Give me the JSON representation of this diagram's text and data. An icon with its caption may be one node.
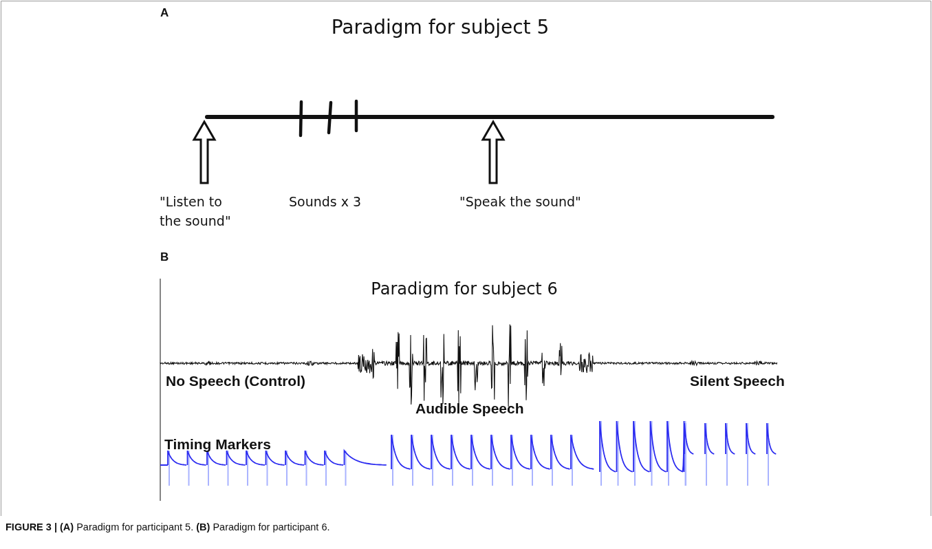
{
  "diagram": {
    "caption": "**FIGURE 3 | (A)** Paradigm for participant 5. **(B)** Paradigm for participant 6.",
    "nodes": [
      {
        "text": [],
        "shape": "bar"
      },
      {
        "text": [
          "\"Listen to the sound\""
        ]
      },
      {
        "text": [
          "\"Speak the sound\""
        ]
      }
    ],
    "edges": [
      {
        "from": 1,
        "to": 0,
        "arrow": "to"
      },
      {
        "from": 2,
        "to": 0,
        "arrow": "to"
      }
    ],
    "labels": [
      "A",
      "Paradigm for subject 5",
      "Sounds x 3",
      "B",
      "Paradigm for subject 6",
      "No Speech (Control)",
      "Silent Speech",
      "Audible Speech",
      "Timing Markers"
    ]
  }
}
